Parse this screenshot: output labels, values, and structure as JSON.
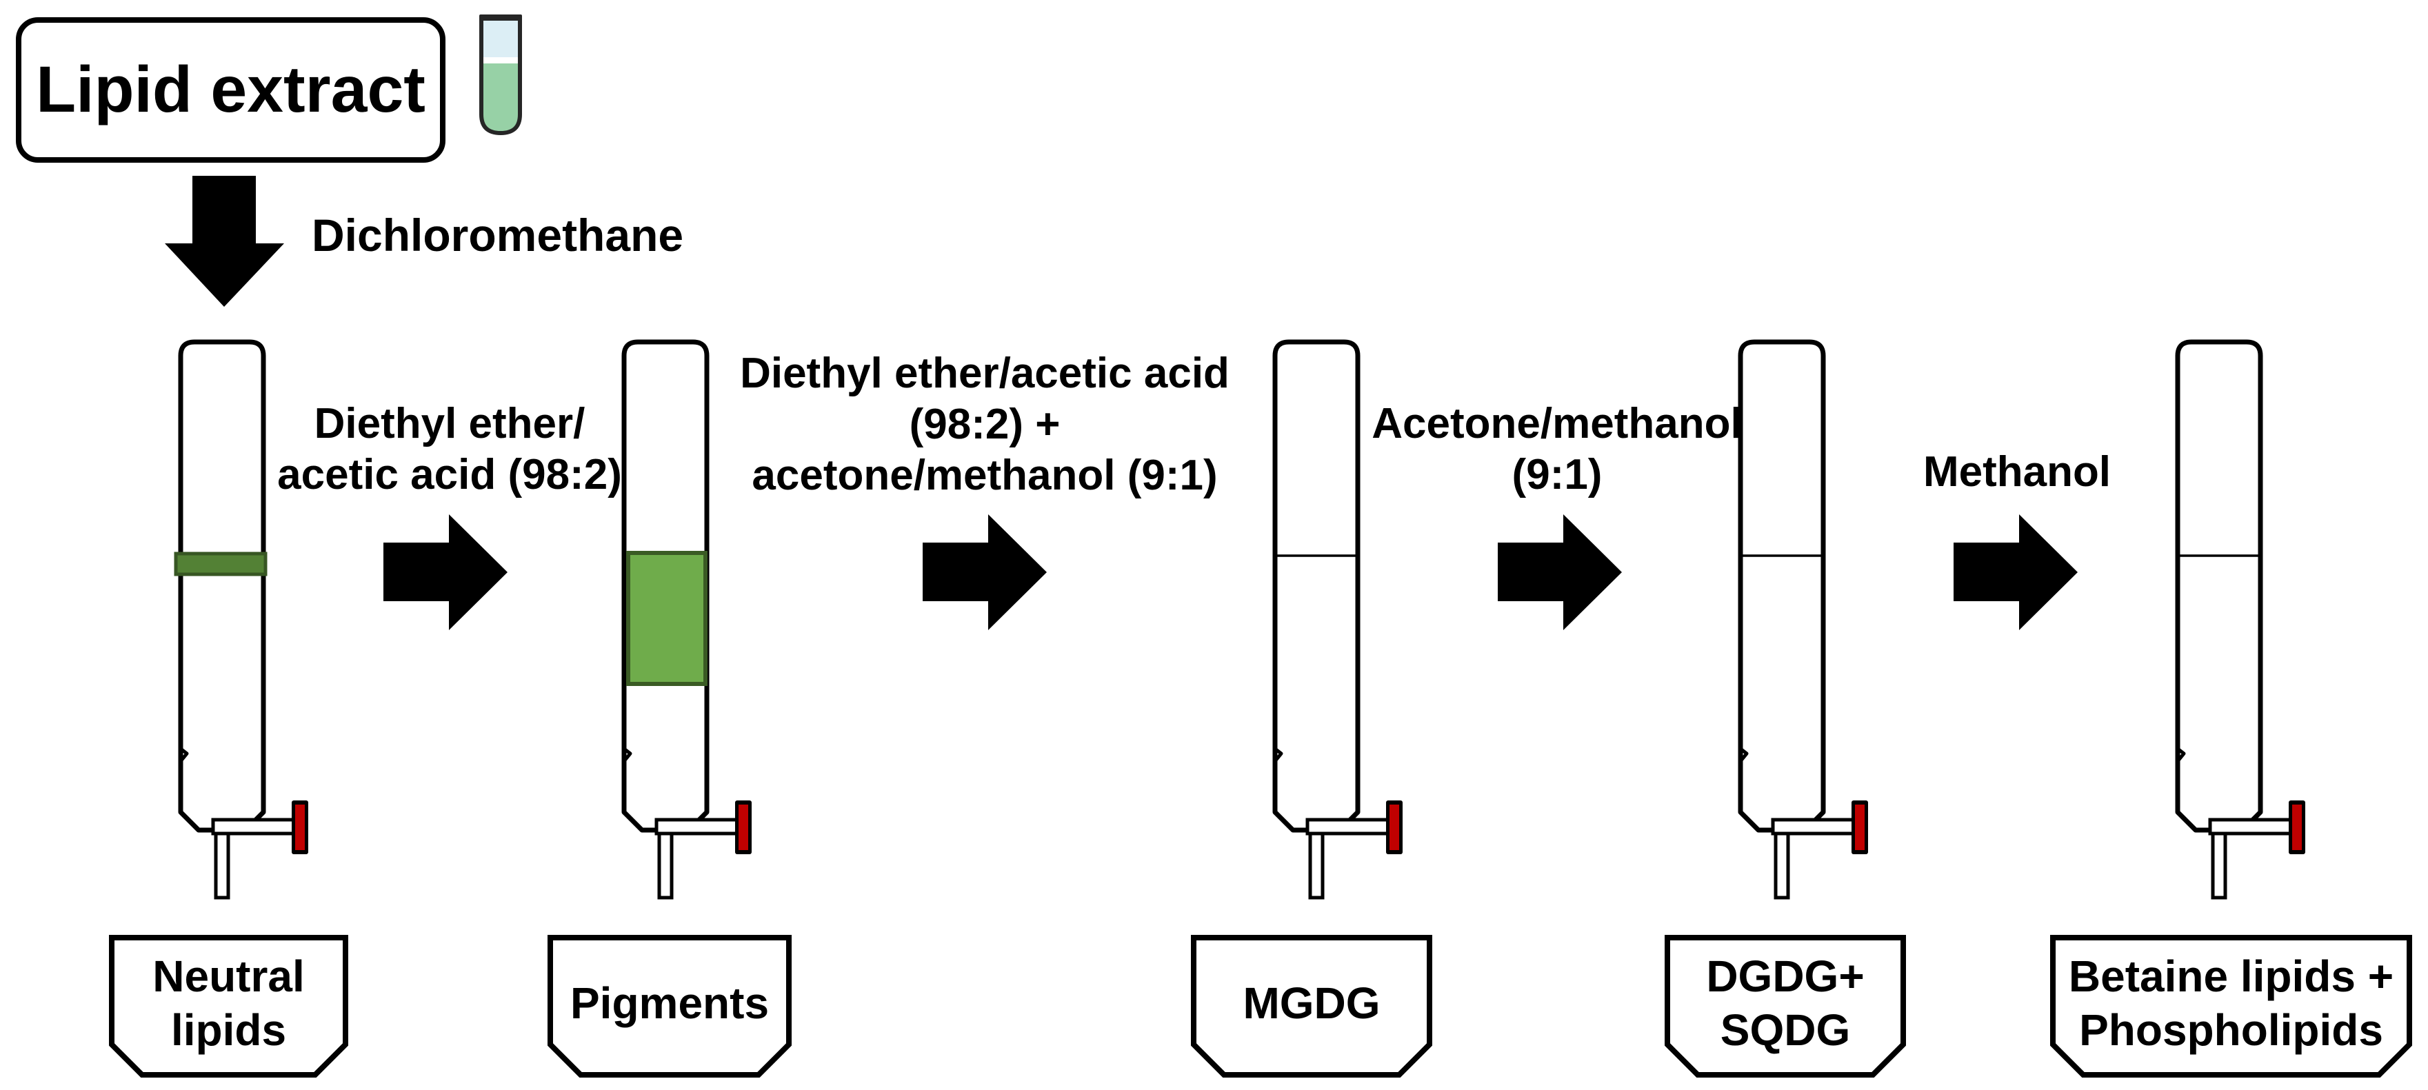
{
  "palette": {
    "ink": "#000000",
    "band_green": "#538135",
    "band_green_border": "#375623",
    "block_green": "#6FAC4B",
    "block_green_border": "#3A5B24",
    "stopcock_red": "#C00000",
    "tube_blue": "#DCEEF5",
    "tube_green": "#97D1A6",
    "tube_outline": "#262626"
  },
  "start": {
    "box_label": "Lipid extract",
    "arrow_label": "Dichloromethane"
  },
  "elution_steps": [
    {
      "solvent": "Diethyl ether/\nacetic acid (98:2)"
    },
    {
      "solvent": "Diethyl ether/acetic acid\n(98:2) +\nacetone/methanol (9:1)"
    },
    {
      "solvent": "Acetone/methanol\n(9:1)"
    },
    {
      "solvent": "Methanol"
    }
  ],
  "columns": [
    {
      "id": "column-1",
      "content": "green-band",
      "fraction_label": "Neutral\nlipids"
    },
    {
      "id": "column-2",
      "content": "green-block",
      "fraction_label": "Pigments"
    },
    {
      "id": "column-3",
      "content": "solvent-level",
      "fraction_label": "MGDG"
    },
    {
      "id": "column-4",
      "content": "solvent-level",
      "fraction_label": "DGDG+\nSQDG"
    },
    {
      "id": "column-5",
      "content": "solvent-level",
      "fraction_label": "Betaine lipids +\nPhospholipids"
    }
  ]
}
